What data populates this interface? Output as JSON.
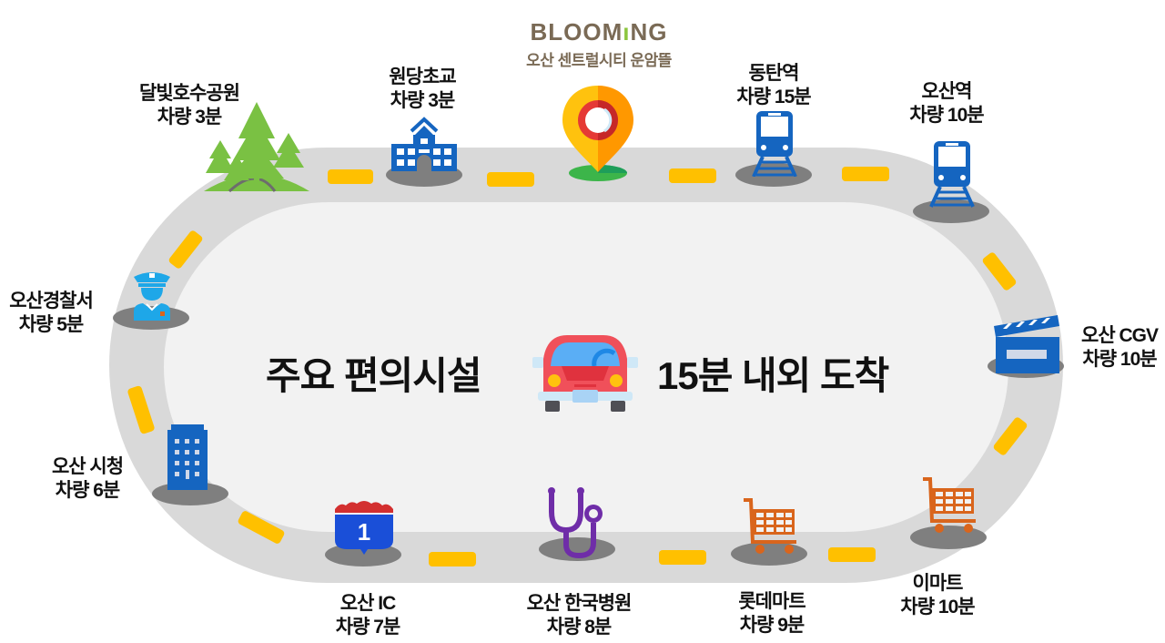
{
  "brand": {
    "name_prefix": "BLOOM",
    "name_i": "ı",
    "name_suffix": "NG",
    "subtitle": "오산 센트럴시티 운암뜰"
  },
  "headline": {
    "left": "주요 편의시설",
    "right": "15분 내외 도착"
  },
  "colors": {
    "road": "#d9d9d9",
    "inner": "#f2f2f2",
    "dash": "#ffc000",
    "shadow": "#7f7f7f",
    "blue_icon": "#1565c0",
    "police_icon": "#1ea7e8",
    "tree": "#7ac143",
    "cart": "#d9651c",
    "stethoscope": "#6f2da8",
    "text": "#111111",
    "brand": "#7a6a55"
  },
  "facilities": [
    {
      "id": "lake-park",
      "name": "달빛호수공원",
      "time": "차량 3분",
      "icon": "tree-icon"
    },
    {
      "id": "school",
      "name": "원당초교",
      "time": "차량 3분",
      "icon": "school-icon"
    },
    {
      "id": "dongtan-station",
      "name": "동탄역",
      "time": "차량 15분",
      "icon": "train-icon"
    },
    {
      "id": "osan-station",
      "name": "오산역",
      "time": "차량 10분",
      "icon": "train-icon"
    },
    {
      "id": "cgv",
      "name": "오산 CGV",
      "time": "차량 10분",
      "icon": "clapperboard-icon"
    },
    {
      "id": "emart",
      "name": "이마트",
      "time": "차량 10분",
      "icon": "cart-icon"
    },
    {
      "id": "lotte-mart",
      "name": "롯데마트",
      "time": "차량 9분",
      "icon": "cart-icon"
    },
    {
      "id": "hospital",
      "name": "오산 한국병원",
      "time": "차량 8분",
      "icon": "stethoscope-icon"
    },
    {
      "id": "osan-ic",
      "name": "오산 IC",
      "time": "차량 7분",
      "icon": "highway-shield-icon"
    },
    {
      "id": "city-hall",
      "name": "오산 시청",
      "time": "차량 6분",
      "icon": "building-icon"
    },
    {
      "id": "police",
      "name": "오산경찰서",
      "time": "차량 5분",
      "icon": "police-icon"
    }
  ],
  "highway_number": "1"
}
